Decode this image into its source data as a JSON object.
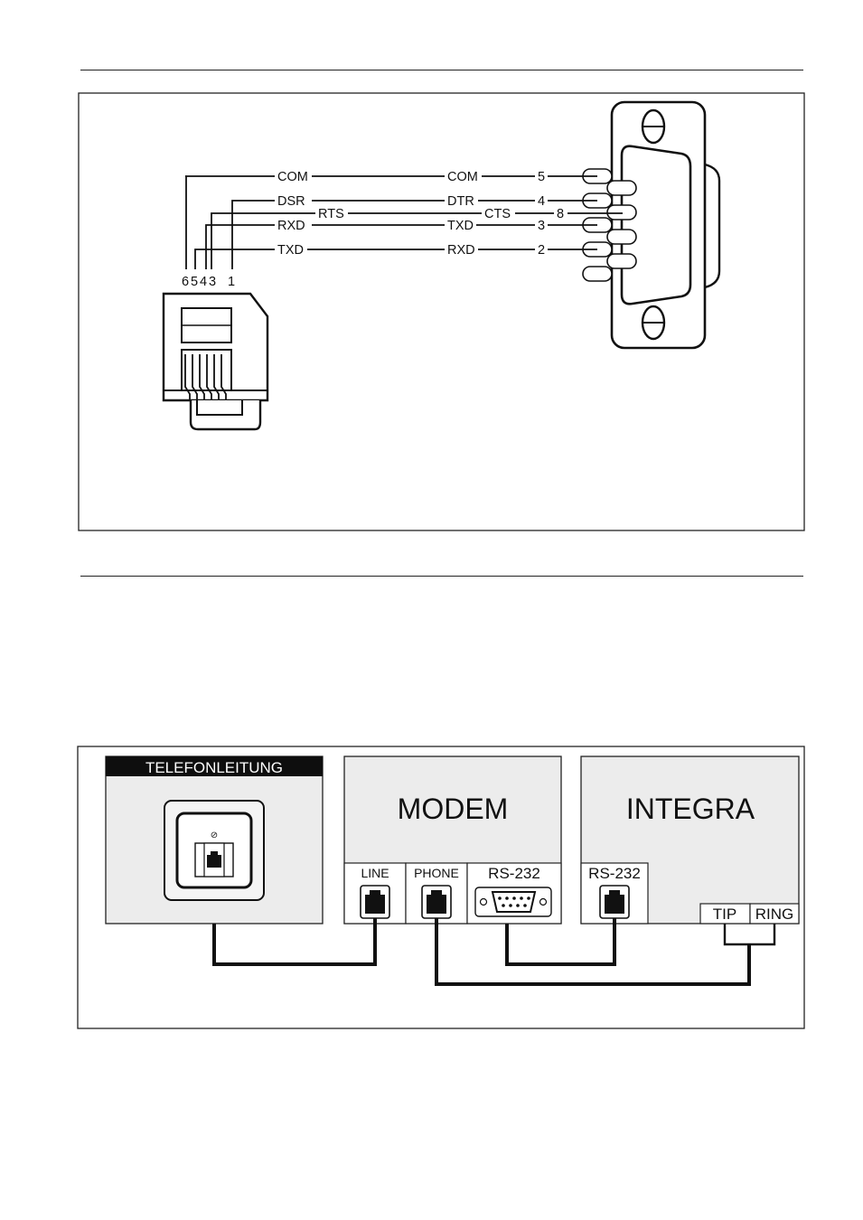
{
  "wiring_diagram": {
    "rj_pin_labels": {
      "p6": "6",
      "p5": "5",
      "p4": "4",
      "p3": "3",
      "p1": "1"
    },
    "left_signals": {
      "com": "COM",
      "dsr": "DSR",
      "rts": "RTS",
      "rxd": "RXD",
      "txd": "TXD"
    },
    "right_signals": {
      "com": "COM",
      "dtr": "DTR",
      "cts": "CTS",
      "txd": "TXD",
      "rxd": "RXD"
    },
    "db_pin_labels": {
      "p5": "5",
      "p4": "4",
      "p8": "8",
      "p3": "3",
      "p2": "2"
    }
  },
  "connection_diagram": {
    "telephone_line": {
      "title": "TELEFONLEITUNG",
      "socket_symbol": "⊘"
    },
    "modem": {
      "title": "MODEM",
      "ports": {
        "line": "LINE",
        "phone": "PHONE",
        "rs232": "RS-232"
      }
    },
    "integra": {
      "title": "INTEGRA",
      "ports": {
        "rs232": "RS-232",
        "tip": "TIP",
        "ring": "RING"
      }
    }
  }
}
